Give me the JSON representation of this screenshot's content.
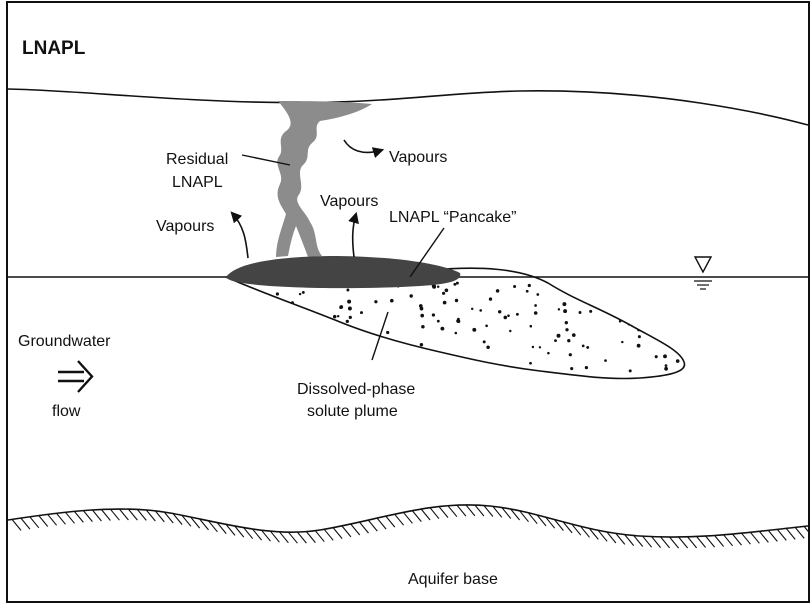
{
  "title": "LNAPL",
  "labels": {
    "residual_line1": "Residual",
    "residual_line2": "LNAPL",
    "vapours_right": "Vapours",
    "vapours_left": "Vapours",
    "vapours_center": "Vapours",
    "pancake": "LNAPL “Pancake”",
    "groundwater": "Groundwater",
    "flow": "flow",
    "plume_line1": "Dissolved-phase",
    "plume_line2": "solute plume",
    "aquifer_base": "Aquifer base"
  },
  "colors": {
    "residual_lnapl": "#8c8c8c",
    "pancake": "#444444",
    "ink": "#111111"
  },
  "icons": {
    "water_table": "inverted-triangle-water-table-icon",
    "flow_arrow": "double-line-right-arrow-icon"
  }
}
